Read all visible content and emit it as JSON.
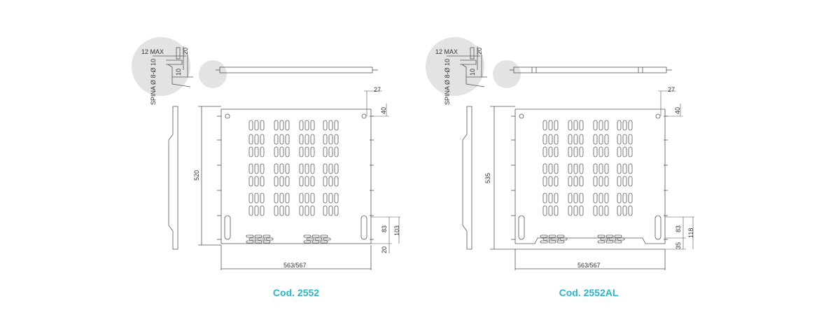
{
  "colors": {
    "caption": "#29b6c9",
    "line": "#555555",
    "detail_circle": "#e3e3e3"
  },
  "drawings": [
    {
      "caption": "Cod. 2552",
      "labels": {
        "max": "12 MAX",
        "pin_dim_top": "20",
        "pin_dim_side": "10",
        "pin_spec": "SPINA Ø 8-Ø 10",
        "height": "520",
        "top_width": "27",
        "top_offset": "40",
        "bottom_a": "83",
        "bottom_b": "103",
        "bottom_c": "20",
        "width": "563/567"
      }
    },
    {
      "caption": "Cod. 2552AL",
      "labels": {
        "max": "12 MAX",
        "pin_dim_top": "20",
        "pin_dim_side": "10",
        "pin_spec": "SPINA Ø 8-Ø 10",
        "height": "535",
        "top_width": "27",
        "top_offset": "40",
        "bottom_a": "83",
        "bottom_b": "118",
        "bottom_c": "35",
        "width": "563/567"
      }
    }
  ]
}
